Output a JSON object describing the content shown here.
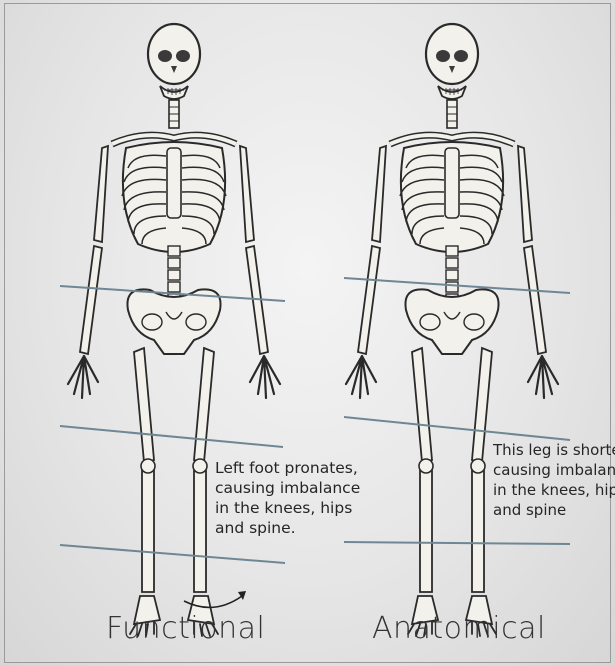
{
  "captions": {
    "left": "Functional",
    "right": "Anatomical"
  },
  "notes": {
    "left": [
      "Left foot pronates,",
      "causing imbalance",
      "in the knees, hips",
      "and spine."
    ],
    "right": [
      "This leg is shorter",
      "causing imbalanc",
      "in the knees, hips",
      "and spine"
    ]
  },
  "colors": {
    "level_line": "#6f8794",
    "bone_fill": "#f3f1ec",
    "bone_stroke": "#2a2a2a",
    "background": "#e6e6e6"
  }
}
